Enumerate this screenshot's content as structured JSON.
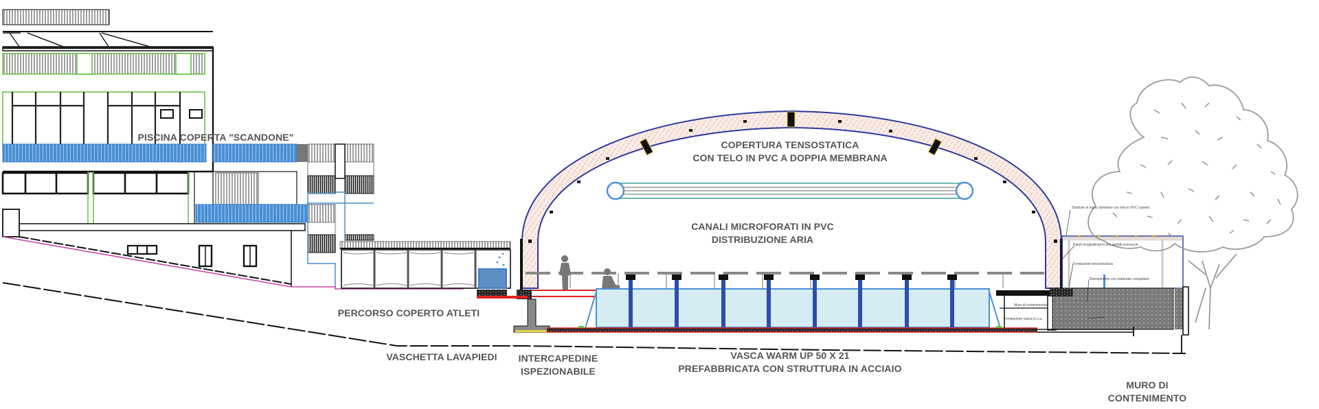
{
  "title": "Sezione - Piscina Warm Up con copertura tensostatica",
  "labels": {
    "existing_pool": "PISCINA COPERTA \"SCANDONE\"",
    "roof_line1": "COPERTURA TENSOSTATICA",
    "roof_line2": "CON TELO IN PVC A DOPPIA MEMBRANA",
    "ducts_line1": "CANALI MICROFORATI IN PVC",
    "ducts_line2": "DISTRIBUZIONE ARIA",
    "covered_path": "PERCORSO COPERTO ATLETI",
    "footbath": "VASCHETTA LAVAPIEDI",
    "gap_line1": "INTERCAPEDINE",
    "gap_line2": "ISPEZIONABILE",
    "pool_line1": "VASCA WARM UP 50 X 21",
    "pool_line2": "PREFABBRICATA CON STRUTTURA IN ACCIAIO",
    "wall_line1": "MURO DI",
    "wall_line2": "CONTENIMENTO"
  },
  "annotations": {
    "structure": "Strutture in legno lamellare con telo in PVC coperto",
    "side_walls": "Pareti longitudinali in pvc apribili scorrevoli",
    "foundation_tens": "Fondazione tensostruttura",
    "fill": "Riempimento con materiale compattato",
    "retaining": "Muro di contenimento",
    "pool_foundation": "Fondazione vasca in c.a."
  },
  "colors": {
    "outline": "#1a1a1a",
    "accent_blue": "#4a8fd4",
    "pool_water": "#d4ecf2",
    "pool_pillar": "#2d4fa8",
    "dome_border": "#2b3a9e",
    "dome_fill": "#f6e6e0",
    "dome_hatch": "#d9735a",
    "green": "#5fc040",
    "magenta": "#cc44aa",
    "red": "#e02020",
    "grey_fill": "#777777",
    "tree": "#9a9a9a",
    "label": "#555555"
  }
}
